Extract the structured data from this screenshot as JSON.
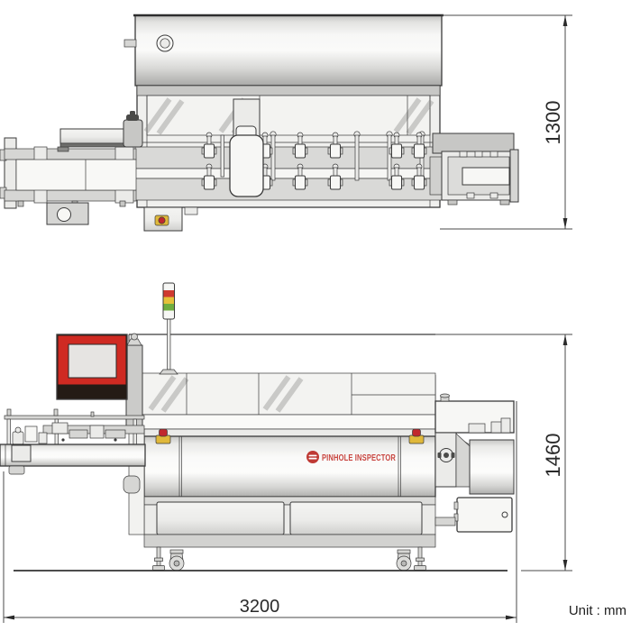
{
  "drawing": {
    "dimensions": {
      "top_view_depth": "1300",
      "front_view_height": "1460",
      "front_view_width": "3200",
      "unit_note": "Unit : mm"
    },
    "branding": {
      "machine_label": "PINHOLE INSPECTOR",
      "label_color": "#c8443e",
      "mark_color": "#bf3a35"
    },
    "colors": {
      "line": "#3b3b3b",
      "monitor_frame_red": "#cf2a22",
      "monitor_screen": "#e6e4e2",
      "estop_base_yellow": "#e0b83a",
      "estop_button_red": "#c1272d",
      "tower_red": "#cf3a30",
      "tower_yellow": "#e5c23a",
      "tower_green": "#6fae3f"
    },
    "signal_tower": {
      "lights": [
        "red",
        "yellow",
        "green"
      ]
    },
    "views": {
      "top": "top-view-plan",
      "front": "front-view-elevation"
    }
  }
}
